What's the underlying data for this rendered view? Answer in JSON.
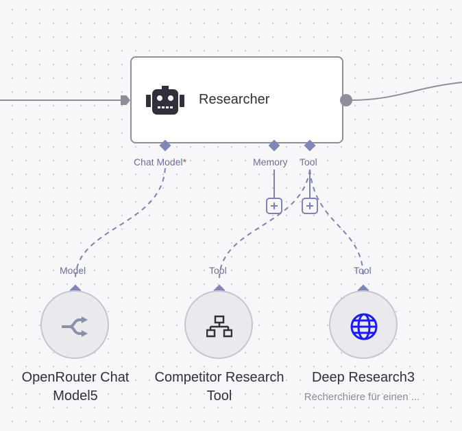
{
  "main_node": {
    "title": "Researcher",
    "icon": "robot-icon",
    "ports": {
      "chat_model": "Chat Model",
      "chat_model_required": "*",
      "memory": "Memory",
      "tool": "Tool"
    }
  },
  "sub_nodes": [
    {
      "name": "OpenRouter Chat Model5",
      "port_label": "Model",
      "icon": "openrouter-icon",
      "description": ""
    },
    {
      "name": "Competitor Research Tool",
      "port_label": "Tool",
      "icon": "network-icon",
      "description": ""
    },
    {
      "name": "Deep Research3",
      "port_label": "Tool",
      "icon": "globe-icon",
      "description": "Recherchiere für einen ..."
    }
  ],
  "colors": {
    "connector": "#8086b8",
    "node_border": "#8d8e97",
    "globe": "#1a1aff"
  }
}
